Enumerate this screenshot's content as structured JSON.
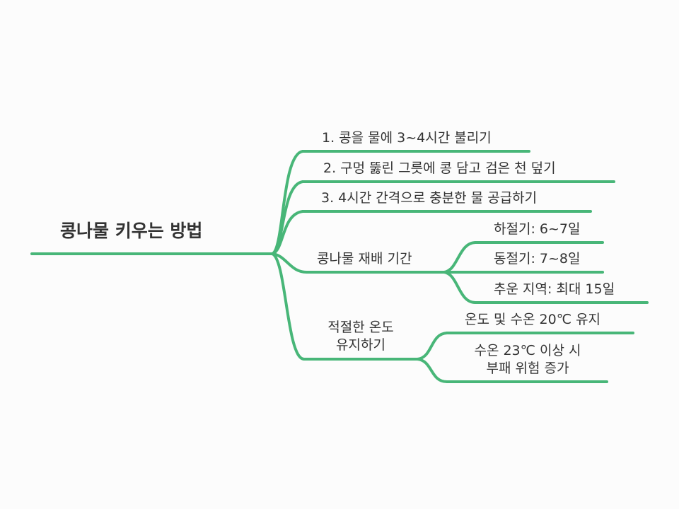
{
  "colors": {
    "background": "#fcfcfc",
    "branch": "#48b678",
    "text": "#333333"
  },
  "mindmap": {
    "root": "콩나물 키우는 방법",
    "branches": {
      "soak": "1. 콩을 물에 3~4시간 불리기",
      "cover": "2. 구멍 뚫린 그릇에 콩 담고 검은 천 덮기",
      "water": "3. 4시간 간격으로 충분한 물 공급하기",
      "period": {
        "label": "콩나물 재배 기간",
        "children": [
          "하절기: 6~7일",
          "동절기: 7~8일",
          "추운 지역: 최대 15일"
        ]
      },
      "temperature": {
        "label_line1": "적절한 온도",
        "label_line2": "유지하기",
        "child1": "온도 및 수온 20℃ 유지",
        "child2_line1": "수온 23℃ 이상 시",
        "child2_line2": "부패 위험 증가"
      }
    }
  }
}
